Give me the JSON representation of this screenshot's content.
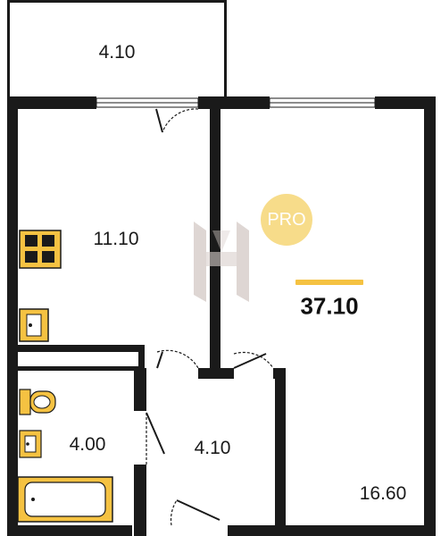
{
  "plan": {
    "rooms": [
      {
        "id": "balcony",
        "area_label": "4.10"
      },
      {
        "id": "kitchen",
        "area_label": "11.10"
      },
      {
        "id": "bathroom",
        "area_label": "4.00"
      },
      {
        "id": "hallway",
        "area_label": "4.10"
      },
      {
        "id": "living-room",
        "area_label": "16.60"
      }
    ],
    "total_area": "37.10",
    "badge_text": "PRO"
  },
  "colors": {
    "wall": "#1a1a1a",
    "fixture_fill": "#f5c242",
    "accent_bar": "#f5c242",
    "badge": "#f7dc8a",
    "logo": "#d9d0cc"
  },
  "icons": {
    "stove": "stove-icon",
    "sink": "sink-icon",
    "toilet": "toilet-icon",
    "bathtub": "bathtub-icon",
    "logo": "brand-logo-icon"
  }
}
